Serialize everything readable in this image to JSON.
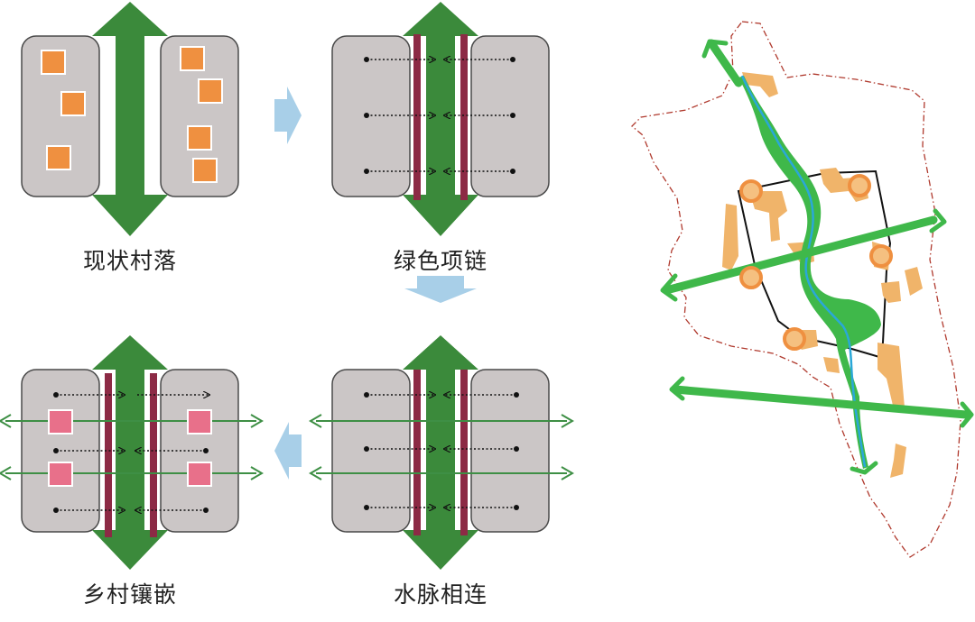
{
  "panels": [
    {
      "id": "p1",
      "caption": "现状村落"
    },
    {
      "id": "p2",
      "caption": "绿色项链"
    },
    {
      "id": "p3",
      "caption": "水脉相连"
    },
    {
      "id": "p4",
      "caption": "乡村镶嵌"
    }
  ],
  "colors": {
    "block_fill": "#cbc6c6",
    "block_stroke": "#4a4a4a",
    "corridor": "#3b8a3b",
    "village_orange": "#ef9040",
    "village_pink": "#e8708a",
    "hedge_maroon": "#8c2a45",
    "flow_arrow": "#a8cfe8",
    "water_line": "#3e8f45",
    "map_green": "#3fb84a",
    "map_blue": "#2aa8d8",
    "map_orange": "#f0b46a",
    "boundary": "#b03a2e"
  }
}
